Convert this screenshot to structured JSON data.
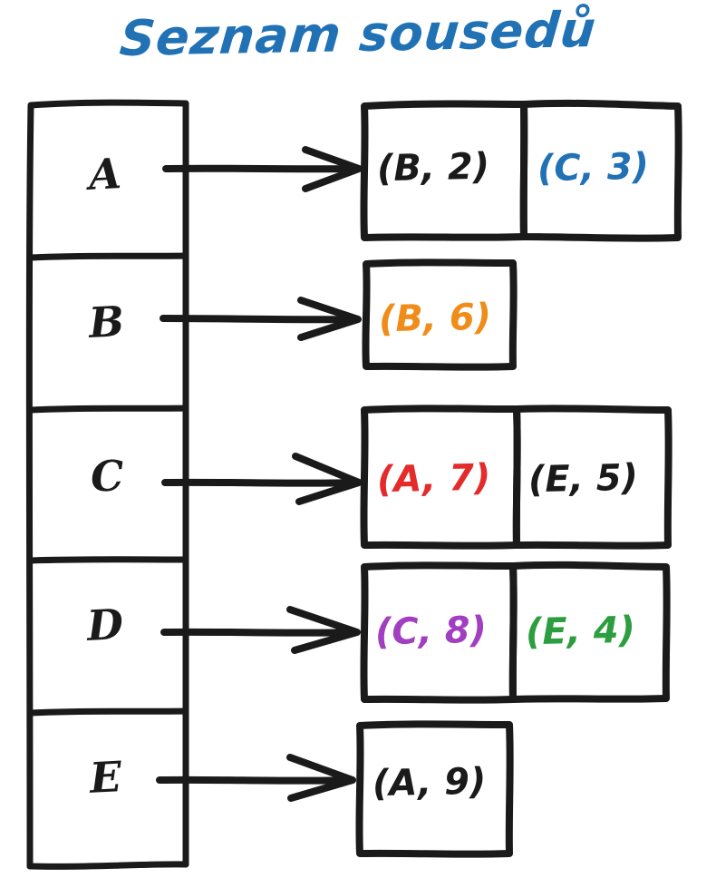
{
  "title": "Seznam sousedů",
  "colors": {
    "title": "#2171b5",
    "ink": "#1a1a1a",
    "black": "#1a1a1a",
    "blue": "#2171b5",
    "orange": "#f08c19",
    "red": "#e32b2b",
    "purple": "#a13fc0",
    "green": "#2d9e3f",
    "background": "#ffffff"
  },
  "diagram": {
    "type": "adjacency-list",
    "vertices": [
      {
        "label": "A",
        "neighbors": [
          {
            "text": "(B, 2)",
            "node": "B",
            "weight": 2,
            "color": "#1a1a1a"
          },
          {
            "text": "(C, 3)",
            "node": "C",
            "weight": 3,
            "color": "#2171b5"
          }
        ]
      },
      {
        "label": "B",
        "neighbors": [
          {
            "text": "(B, 6)",
            "node": "B",
            "weight": 6,
            "color": "#f08c19"
          }
        ]
      },
      {
        "label": "C",
        "neighbors": [
          {
            "text": "(A, 7)",
            "node": "A",
            "weight": 7,
            "color": "#e32b2b"
          },
          {
            "text": "(E, 5)",
            "node": "E",
            "weight": 5,
            "color": "#1a1a1a"
          }
        ]
      },
      {
        "label": "D",
        "neighbors": [
          {
            "text": "(C, 8)",
            "node": "C",
            "weight": 8,
            "color": "#a13fc0"
          },
          {
            "text": "(E, 4)",
            "node": "E",
            "weight": 4,
            "color": "#2d9e3f"
          }
        ]
      },
      {
        "label": "E",
        "neighbors": [
          {
            "text": "(A, 9)",
            "node": "A",
            "weight": 9,
            "color": "#1a1a1a"
          }
        ]
      }
    ]
  }
}
